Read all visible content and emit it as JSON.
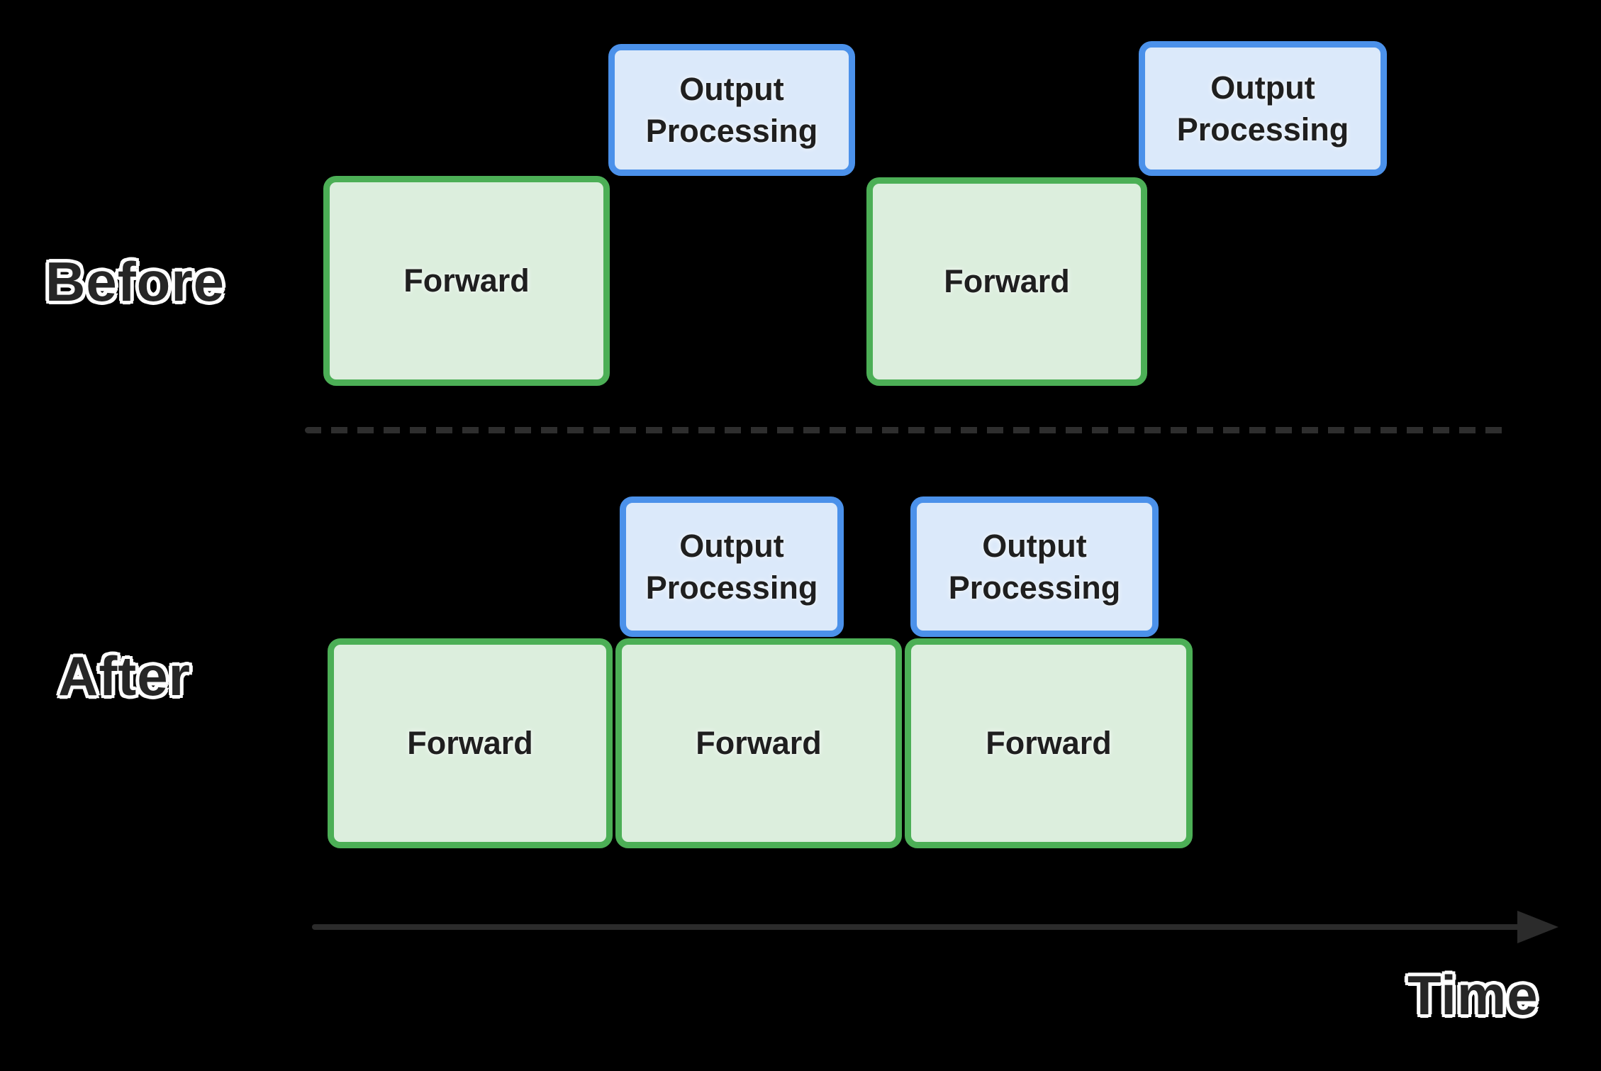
{
  "theme": {
    "background": "#000000",
    "green_border": "#4CAF56",
    "green_fill": "#DCEEDD",
    "blue_border": "#4B91EA",
    "blue_fill": "#DBE9FA",
    "box_text": "#1F1F1F",
    "label_fill": "#262626",
    "label_outline": "#FFFFFF",
    "dash_color": "#2E2E2E",
    "arrow_color": "#2B2B2B"
  },
  "sections": {
    "before": {
      "label": "Before",
      "forward_blocks": [
        {
          "label": "Forward"
        },
        {
          "label": "Forward"
        }
      ],
      "output_blocks": [
        {
          "label": "Output Processing"
        },
        {
          "label": "Output Processing"
        }
      ]
    },
    "after": {
      "label": "After",
      "forward_blocks": [
        {
          "label": "Forward"
        },
        {
          "label": "Forward"
        },
        {
          "label": "Forward"
        }
      ],
      "output_blocks": [
        {
          "label": "Output Processing"
        },
        {
          "label": "Output Processing"
        }
      ]
    }
  },
  "axis": {
    "label": "Time"
  }
}
